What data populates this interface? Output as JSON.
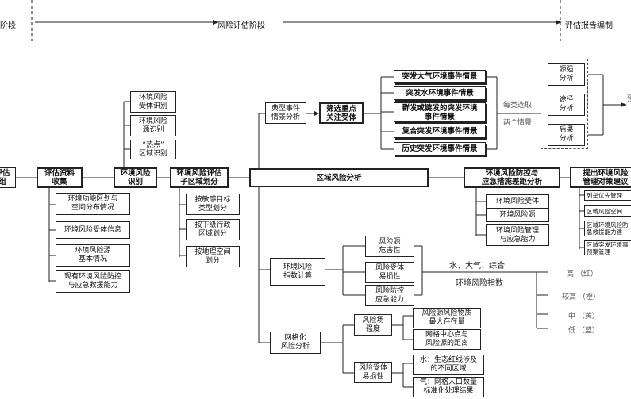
{
  "stages": {
    "left": "阶段",
    "middle": "风险评估阶段",
    "right": "评估报告编制"
  },
  "start_box": "评估\n组",
  "main_flow": {
    "data_collection": "评估资料\n收集",
    "receptor_id": "环境风险\n识别",
    "zoning": "环境风险评估\n子区域划分",
    "regional_analysis": "区域风险分析",
    "gap_analysis": "环境风险防控与\n应急措施差距分析",
    "recommendations": "提出环境风险\n管理对策建议"
  },
  "data_items": [
    "环境功能区划与\n空间分布情况",
    "环境风险受体信息",
    "环境风险源\n基本情况",
    "现有环境风险防控\n与应急救援能力"
  ],
  "identification_items": [
    "环境风险\n受体识别",
    "环境风险\n源识别",
    "“热点”\n区域识别"
  ],
  "zoning_items": [
    "按敏感目标\n类型划分",
    "按下级行政\n区域划分",
    "按地理空间\n划分"
  ],
  "scenario": {
    "typical": "典型事件\n情景分析",
    "screen": "筛选重点\n关注受体",
    "events": [
      "突发大气环境事件情景",
      "突发水环境事件情景",
      "群发或链发的突发环境\n事件情景",
      "复合突发环境事件情景",
      "历史突发环境事件情景"
    ],
    "per_class": "每类选取",
    "two_scenarios": "两个情景",
    "factors": [
      "源强\n分析",
      "途径\n分析",
      "后果\n分析"
    ],
    "next_marker": "预"
  },
  "gap_items": [
    "环境风险受体",
    "环境风险源",
    "环境风险管理\n与应急能力"
  ],
  "recommendation_items": [
    "列举优先管理",
    "区域风险空间",
    "区域环境风险防\n急救援能力建",
    "区域突发环境事\n预案管理"
  ],
  "index_calc": {
    "box": "环境风险\n指数计算",
    "items": [
      "风险源\n危害性",
      "风险受体\n易损性",
      "风险防控\n应急能力"
    ],
    "media": "水、大气、综合",
    "index": "环境风险指数",
    "levels": [
      "高 （红）",
      "较高 （橙）",
      "中 （黄）",
      "低 （蓝）"
    ]
  },
  "grid": {
    "box": "网格化\n风险分析",
    "field": "风险场\n强度",
    "vuln": "风险受体\n易损性",
    "field_items": [
      "风险源风险物质\n最大存在量",
      "网格中心点与\n风险源的距离"
    ],
    "vuln_items": [
      "水：生态红线涉及\n的不同区域",
      "气：网格人口数量\n标准化处理结果"
    ]
  }
}
